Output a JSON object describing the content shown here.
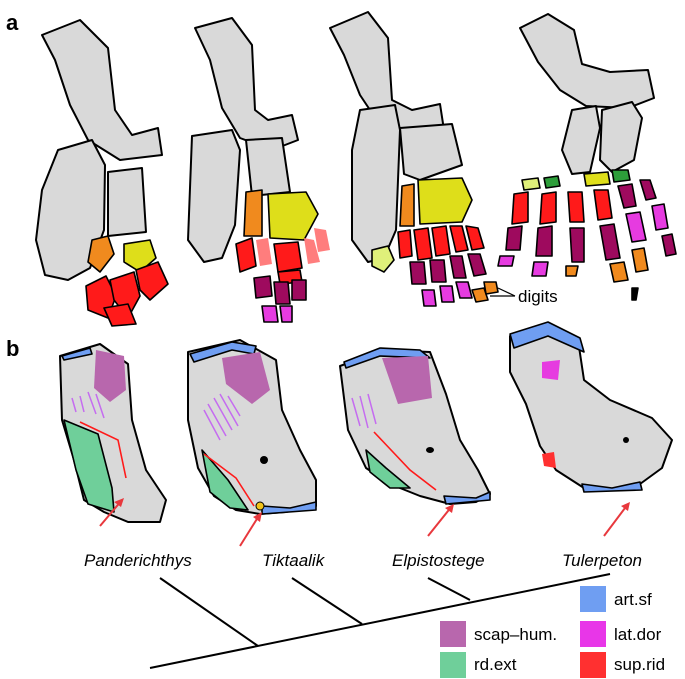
{
  "panels": {
    "a": "a",
    "b": "b"
  },
  "annotation": {
    "digits": "digits"
  },
  "taxa": [
    "Panderichthys",
    "Tiktaalik",
    "Elpistostege",
    "Tulerpeton"
  ],
  "legend": [
    {
      "label": "art.sf",
      "color": "#6f9ef2"
    },
    {
      "label": "scap–hum.",
      "color": "#b867ad"
    },
    {
      "label": "lat.dor",
      "color": "#e836e8"
    },
    {
      "label": "rd.ext",
      "color": "#6fcf9a"
    },
    {
      "label": "sup.rid",
      "color": "#ff3030"
    }
  ],
  "colors": {
    "bone": "#d9d9d9",
    "intermedium": "#dede1a",
    "ulnare_orange": "#f08a1e",
    "radials_red": "#ff1a1a",
    "pink": "#ff7d7d",
    "maroon": "#9e0a5e",
    "magenta": "#e63be0",
    "pale_green": "#dff07a",
    "green": "#2d9e3a",
    "arrow": "#e8383d"
  }
}
